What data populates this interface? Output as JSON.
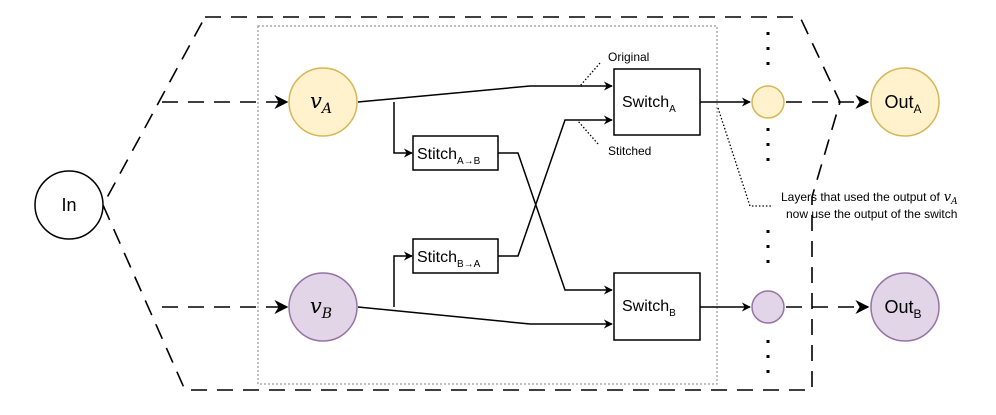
{
  "nodes": {
    "input": "In",
    "vA": {
      "base": "v",
      "sub": "A"
    },
    "vB": {
      "base": "v",
      "sub": "B"
    },
    "stitchAB": {
      "base": "Stitch",
      "sub": "A→B"
    },
    "stitchBA": {
      "base": "Stitch",
      "sub": "B→A"
    },
    "switchA": {
      "base": "Switch",
      "sub": "A"
    },
    "switchB": {
      "base": "Switch",
      "sub": "B"
    },
    "outA": {
      "base": "Out",
      "sub": "A"
    },
    "outB": {
      "base": "Out",
      "sub": "B"
    }
  },
  "annotations": {
    "original": "Original",
    "stitched": "Stitched",
    "note_line1_prefix": "Layers that used the output of",
    "note_var": {
      "base": "v",
      "sub": "A"
    },
    "note_line2": "now use the output of the switch"
  },
  "colors": {
    "yellow_fill": "#fff2cc",
    "yellow_stroke": "#d6b656",
    "purple_fill": "#e1d5e7",
    "purple_stroke": "#9673a6",
    "frame_stroke": "#999999"
  }
}
